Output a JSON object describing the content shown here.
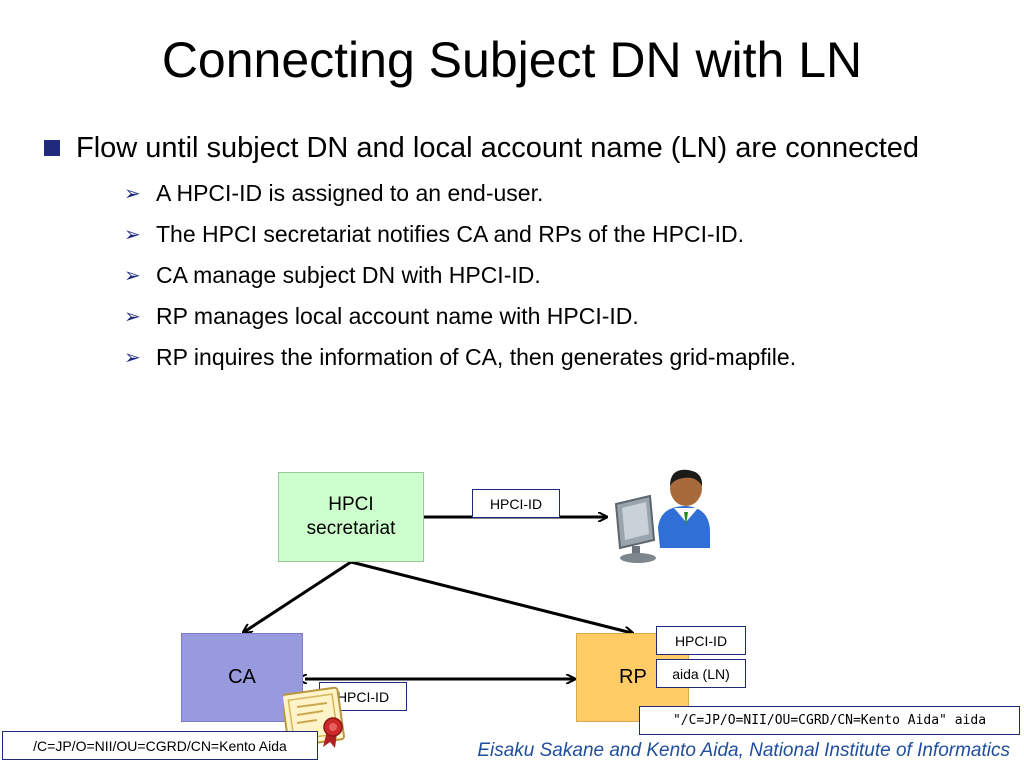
{
  "title": "Connecting Subject DN with LN",
  "bullets": {
    "main": "Flow until subject DN and local account name (LN) are connected",
    "sub": [
      "A HPCI-ID is assigned to an end-user.",
      "The HPCI secretariat notifies CA and RPs of the HPCI-ID.",
      "CA manage subject DN with HPCI-ID.",
      "RP manages local account name with HPCI-ID.",
      "RP inquires the information of CA, then generates grid-mapfile."
    ]
  },
  "diagram": {
    "secretariat_label_line1": "HPCI",
    "secretariat_label_line2": "secretariat",
    "ca_label": "CA",
    "rp_label": "RP",
    "tag_to_user": "HPCI-ID",
    "tag_rp_id": "HPCI-ID",
    "tag_rp_ln": "aida (LN)",
    "tag_ca_id": "HPCI-ID",
    "dn_left": "/C=JP/O=NII/OU=CGRD/CN=Kento Aida",
    "dn_right": "\"/C=JP/O=NII/OU=CGRD/CN=Kento Aida\"   aida",
    "icons": [
      "user-at-computer-icon",
      "certificate-icon"
    ]
  },
  "footer": "Eisaku Sakane and Kento Aida, National Institute of Informatics",
  "colors": {
    "bullet": "#1f2a7a",
    "secretariat_fill": "#ccffcc",
    "ca_fill": "#9999dd",
    "rp_fill": "#ffcc66",
    "footer_text": "#1f4e9b"
  }
}
